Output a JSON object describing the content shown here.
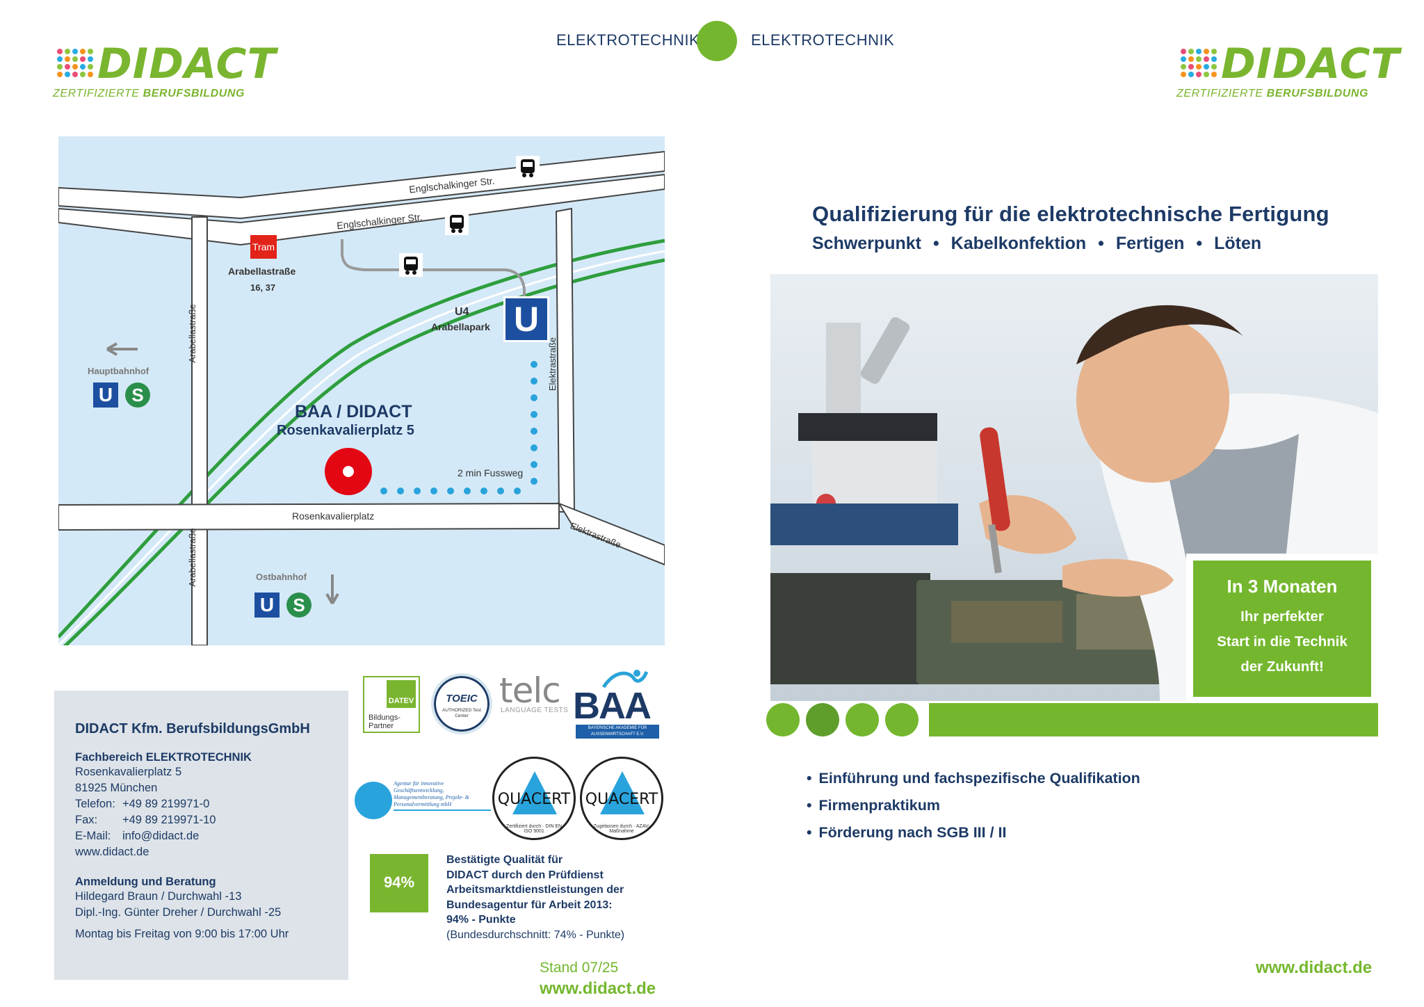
{
  "header": {
    "label_left": "ELEKTROTECHNIK",
    "label_right": "ELEKTROTECHNIK",
    "accent_color": "#74b72e"
  },
  "logo": {
    "word": "DIDACT",
    "tagline_light": "ZERTIFIZIERTE ",
    "tagline_bold": "BERUFSBILDUNG"
  },
  "map": {
    "street_englschalkinger_1": "Englschalkinger Str.",
    "street_englschalkinger_2": "Englschalkinger Str.",
    "tram_label": "Tram",
    "tram_stop_name": "Arabellastraße",
    "tram_stop_lines": "16, 37",
    "u4_line": "U4",
    "u4_stop": "Arabellapark",
    "u_letter": "U",
    "s_letter": "S",
    "hauptbahnhof": "Hauptbahnhof",
    "ostbahnhof": "Ostbahnhof",
    "arabellastrasse_upper": "Arabellastraße",
    "arabellastrasse_lower": "Arabellastraße",
    "elektrastrasse_upper": "Elektrastraße",
    "elektrastrasse_lower": "Elektrastraße",
    "rosenkavalierplatz": "Rosenkavalierplatz",
    "destination_name": "BAA / DIDACT",
    "destination_address": "Rosenkavalierplatz 5",
    "walk_note": "2 min Fussweg"
  },
  "contact": {
    "company": "DIDACT Kfm. BerufsbildungsGmbH",
    "dept_heading": "Fachbereich ELEKTROTECHNIK",
    "street": "Rosenkavalierplatz 5",
    "city": "81925 München",
    "phone_label": "Telefon:",
    "phone": "+49 89 219971-0",
    "fax_label": "Fax:",
    "fax": "+49 89 219971-10",
    "email_label": "E-Mail:",
    "email": "info@didact.de",
    "web": "www.didact.de",
    "reg_heading": "Anmeldung und Beratung",
    "person_1": "Hildegard Braun / Durchwahl -13",
    "person_2": "Dipl.-Ing. Günter Dreher / Durchwahl -25",
    "hours": "Montag bis Freitag von 9:00 bis 17:00 Uhr"
  },
  "certs": {
    "datev_logo": "DATEV",
    "datev_caption": "Bildungs-Partner",
    "toeic_logo": "TOEIC",
    "toeic_caption": "AUTHORIZED Test Center",
    "telc_logo": "telc",
    "telc_caption": "LANGUAGE TESTS",
    "baa_logo": "BAA",
    "baa_caption": "BAYERISCHE AKADEMIE FÜR AUSSENWIRTSCHAFT E.V.",
    "agentur_caption": "Agentur für innovative Geschäftsentwicklung, Managementberatung, Projekt- & Personalvermittlung mbH",
    "quacert_1": "QUACERT",
    "quacert_1_ring": "Zertifiziert durch · DIN EN ISO 9001",
    "quacert_2": "QUACERT",
    "quacert_2_ring": "Zugelassen durch · AZAV-Maßnahme",
    "score_badge": "94%",
    "quality_line_1": "Bestätigte Qualität für",
    "quality_line_2": "DIDACT durch den Prüfdienst",
    "quality_line_3": "Arbeitsmarktdienstleistungen der",
    "quality_line_4": "Bundesagentur für Arbeit 2013:",
    "quality_line_5": "94% - Punkte",
    "quality_note": "(Bundesdurchschnitt: 74% - Punkte)"
  },
  "left_footer": {
    "stand": "Stand 07/25",
    "url": "www.didact.de"
  },
  "right": {
    "title": "Qualifizierung für die elektrotechnische Fertigung",
    "sub_1": "Schwerpunkt",
    "sub_2": "Kabelkonfektion",
    "sub_3": "Fertigen",
    "sub_4": "Löten",
    "sub_sep": "•",
    "promo_1": "In 3 Monaten",
    "promo_2": "Ihr perfekter",
    "promo_3": "Start in die Technik",
    "promo_4": "der Zukunft!",
    "bullets": [
      "Einführung und fachspezifische Qualifikation",
      "Firmenpraktikum",
      "Förderung nach SGB III / II"
    ],
    "bullet_mark": "•",
    "url": "www.didact.de"
  }
}
